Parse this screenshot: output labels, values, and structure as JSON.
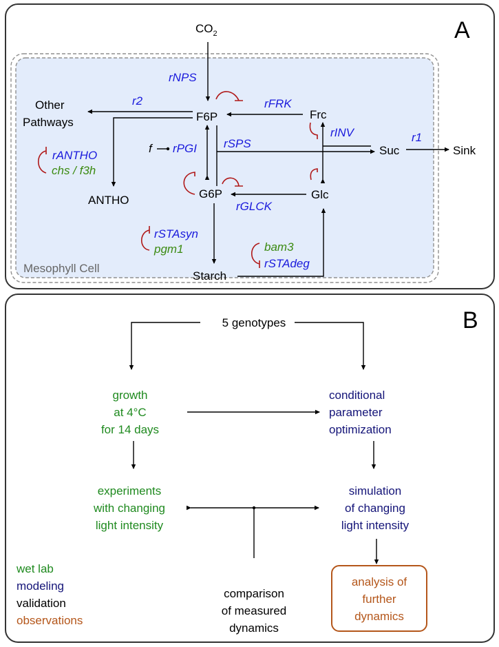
{
  "panel_a": {
    "label": "A",
    "compartment_label": "Mesophyll Cell",
    "nodes": {
      "co2": "CO",
      "co2_sub": "2",
      "f6p": "F6P",
      "g6p": "G6P",
      "frc": "Frc",
      "glc": "Glc",
      "suc": "Suc",
      "sink": "Sink",
      "starch": "Starch",
      "antho": "ANTHO",
      "other_line1": "Other",
      "other_line2": "Pathways",
      "f": "f"
    },
    "reactions": {
      "rNPS": "rNPS",
      "r2": "r2",
      "rFRK": "rFRK",
      "rINV": "rINV",
      "r1": "r1",
      "rPGI": "rPGI",
      "rSPS": "rSPS",
      "rGLCK": "rGLCK",
      "rANTHO": "rANTHO",
      "rSTAsyn": "rSTAsyn",
      "rSTAdeg": "rSTAdeg"
    },
    "genes": {
      "chs_f3h": "chs / f3h",
      "pgm1": "pgm1",
      "bam3": "bam3"
    },
    "colors": {
      "reaction": "#1a1adc",
      "gene": "#3a8a10",
      "inhibition": "#b01818",
      "compartment_fill": "#e3ecfb"
    }
  },
  "panel_b": {
    "label": "B",
    "start": "5 genotypes",
    "growth": [
      "growth",
      "at 4°C",
      "for 14 days"
    ],
    "param_opt": [
      "conditional",
      "parameter",
      "optimization"
    ],
    "experiments": [
      "experiments",
      "with changing",
      "light intensity"
    ],
    "simulation": [
      "simulation",
      "of changing",
      "light intensity"
    ],
    "comparison": [
      "comparison",
      "of measured",
      "dynamics"
    ],
    "analysis": [
      "analysis of",
      "further",
      "dynamics"
    ],
    "legend": [
      {
        "label": "wet lab",
        "color": "#1f8a1f"
      },
      {
        "label": "modeling",
        "color": "#141478"
      },
      {
        "label": "validation",
        "color": "#000000"
      },
      {
        "label": "observations",
        "color": "#b4561a"
      }
    ]
  }
}
